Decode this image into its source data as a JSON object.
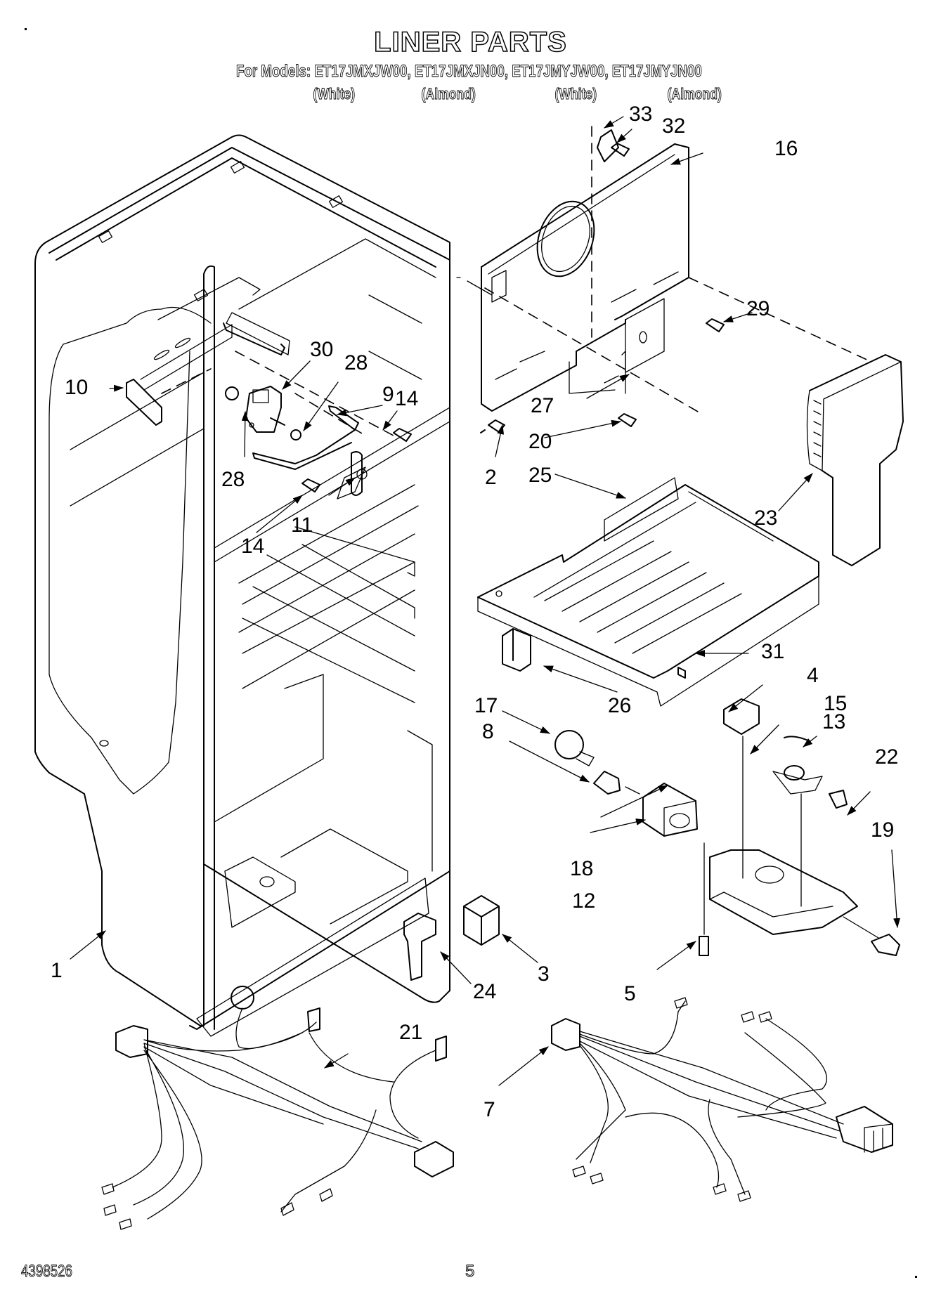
{
  "header": {
    "title": "LINER PARTS",
    "models_line": "For Models: ET17JMXJW00, ET17JMXJN00, ET17JMYJW00, ET17JMYJN00",
    "model_colors": [
      "(White)",
      "(Almond)",
      "(White)",
      "(Almond)"
    ]
  },
  "callouts": {
    "c1": "1",
    "c2": "2",
    "c3": "3",
    "c4": "4",
    "c5": "5",
    "c7": "7",
    "c8": "8",
    "c9": "9",
    "c10": "10",
    "c11": "11",
    "c12": "12",
    "c13": "13",
    "c14a": "14",
    "c14b": "14",
    "c15": "15",
    "c16": "16",
    "c17": "17",
    "c18": "18",
    "c19": "19",
    "c20": "20",
    "c21": "21",
    "c22": "22",
    "c23": "23",
    "c24": "24",
    "c25": "25",
    "c26": "26",
    "c27": "27",
    "c28a": "28",
    "c28b": "28",
    "c29": "29",
    "c30": "30",
    "c31": "31",
    "c32": "32",
    "c33": "33"
  },
  "footer": {
    "document_number": "4398526",
    "page_number": "5"
  }
}
